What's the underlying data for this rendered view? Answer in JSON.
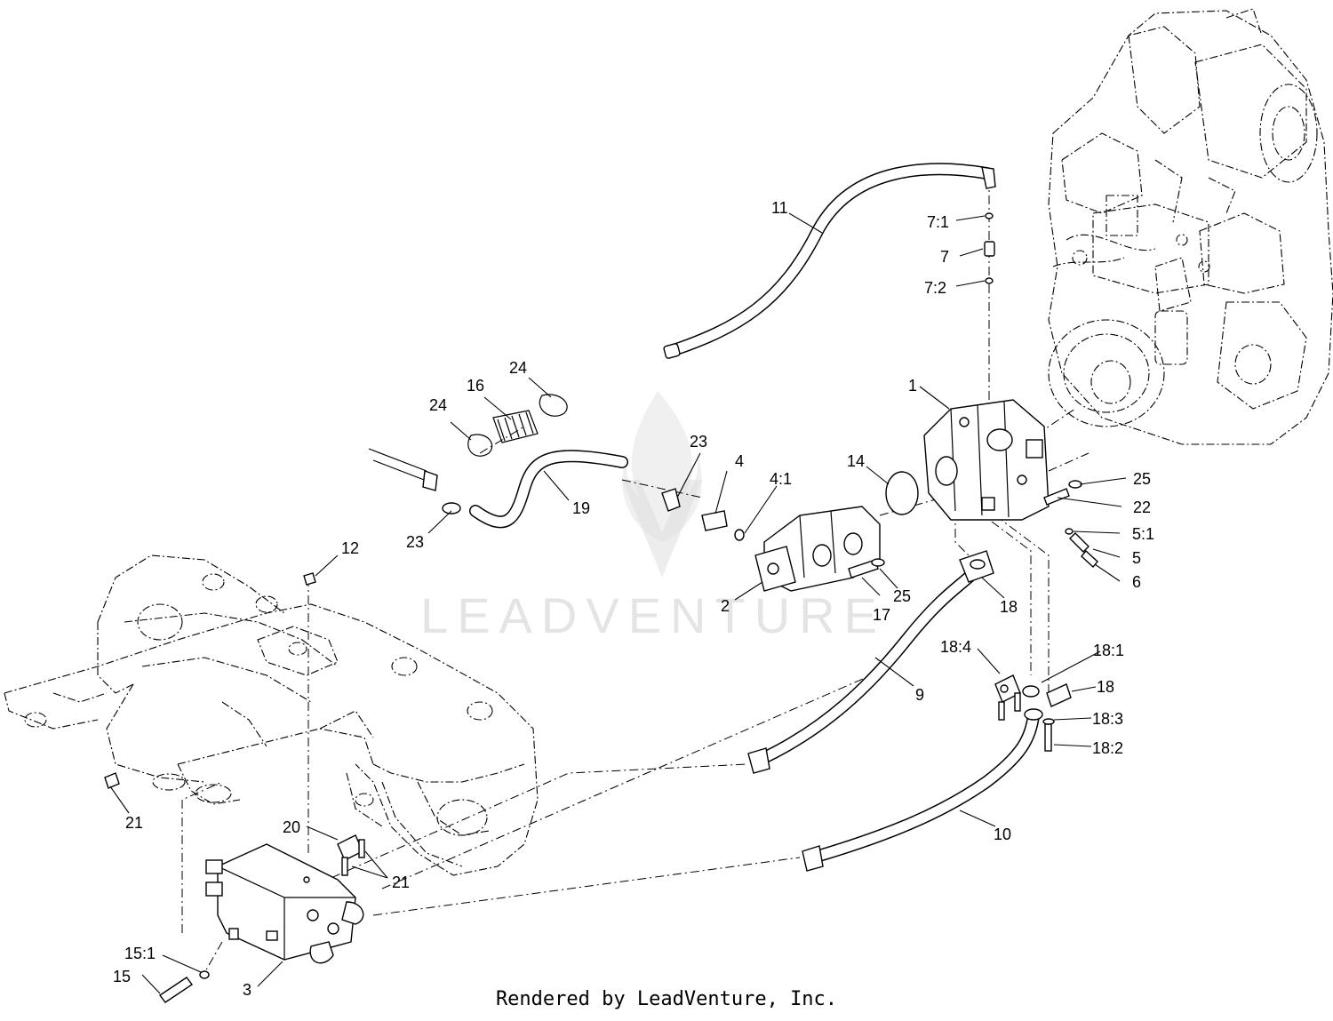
{
  "diagram": {
    "watermark": "LEADVENTURE",
    "footer": "Rendered by LeadVenture, Inc.",
    "callouts": {
      "c1": "1",
      "c2": "2",
      "c3": "3",
      "c4": "4",
      "c4_1": "4:1",
      "c5": "5",
      "c5_1": "5:1",
      "c6": "6",
      "c7": "7",
      "c7_1": "7:1",
      "c7_2": "7:2",
      "c9": "9",
      "c10": "10",
      "c11": "11",
      "c12": "12",
      "c14": "14",
      "c15": "15",
      "c15_1": "15:1",
      "c16": "16",
      "c17": "17",
      "c18_a": "18",
      "c18_b": "18",
      "c18_1": "18:1",
      "c18_2": "18:2",
      "c18_3": "18:3",
      "c18_4": "18:4",
      "c19": "19",
      "c20": "20",
      "c21_a": "21",
      "c21_b": "21",
      "c22": "22",
      "c23_a": "23",
      "c23_b": "23",
      "c24_a": "24",
      "c24_b": "24",
      "c25_a": "25",
      "c25_b": "25"
    }
  }
}
